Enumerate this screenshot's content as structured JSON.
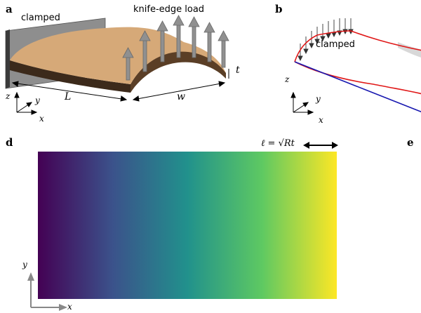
{
  "panels": {
    "a": {
      "letter": "a",
      "clamped_label": "clamped",
      "load_label": "knife-edge load",
      "length_symbol": "L",
      "width_symbol": "w",
      "thickness_symbol": "t",
      "axes": {
        "x": "x",
        "y": "y",
        "z": "z"
      },
      "colors": {
        "shell_top": "#d6a978",
        "shell_side": "#3c2a1b",
        "wall": "#8e8e8e"
      }
    },
    "b": {
      "letter": "b",
      "clamped_label": "clamped",
      "axes": {
        "x": "x",
        "y": "y",
        "z": "z"
      },
      "colors": {
        "red_curve": "#e01818",
        "blue_curve": "#1818b0"
      }
    },
    "d": {
      "letter": "d",
      "scale_label": "ℓ = √Rt",
      "axes": {
        "x": "x",
        "y": "y"
      },
      "colormap": [
        "#440154",
        "#3b528b",
        "#21918c",
        "#5ec962",
        "#fde725"
      ]
    },
    "e": {
      "letter": "e"
    }
  }
}
